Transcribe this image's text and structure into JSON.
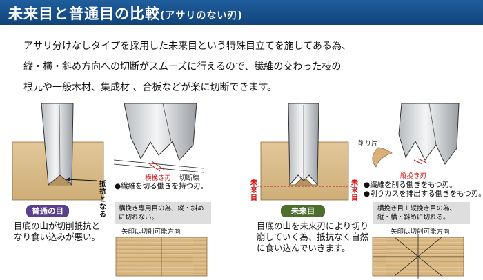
{
  "header": {
    "title": "未来目と普通目の比較",
    "subtitle": "(アサリのない刃)"
  },
  "intro": [
    "アサリ分けなしタイプを採用した未来目という特殊目立てを施してある為、",
    "縦・横・斜め方向への切断がスムーズに行えるので、繊維の交わった枝の",
    "根元や一般木材、集成材 、合板などが楽に切断できます。"
  ],
  "left": {
    "resist_label": "抵抗となる",
    "badge": "普通の目",
    "badge_color": "#5a3f8e",
    "caption": [
      "目底の山が切削抵抗と",
      "なり食い込みが悪い。"
    ],
    "cross_blade_label": "横挽き刃",
    "cutting_line_label": "切断線",
    "bullet": "●繊維を切る働きを持つ刃。",
    "note": [
      "横挽き専用目の為、縦・斜め",
      "に切れない。"
    ],
    "arrow_note": "矢印は切削可能方向"
  },
  "right": {
    "side_label": "未来目",
    "badge": "未来目",
    "badge_color": "#4e6e2c",
    "caption": [
      "目底の山を未来刃により切り",
      "崩していく為、抵抗なく自然",
      "に食い込んでいきます。"
    ],
    "chip_label": "削り片",
    "rip_blade_label": "縦挽き刃",
    "bullets": [
      "●繊維を削る働きをもつ刃。",
      "●削りカスを排出する働きをもつ刃。"
    ],
    "note": [
      "横挽き目＋縦挽き目の為、",
      "縦・横・斜めに切れる。"
    ],
    "arrow_note": "矢印は切削可能方向"
  }
}
